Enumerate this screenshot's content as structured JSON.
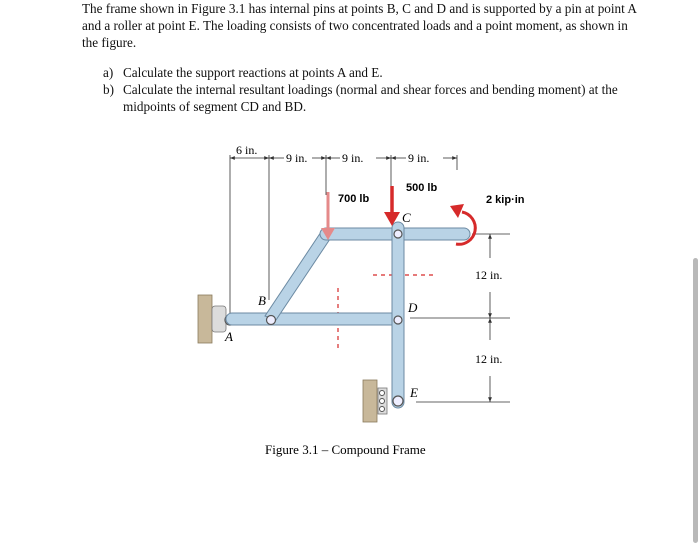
{
  "problem": {
    "intro": "The frame shown in Figure 3.1 has internal pins at points B, C and D and is supported by a pin at point A and a roller at point E. The loading consists of two concentrated loads and a point moment, as shown in the figure.",
    "tasks": [
      {
        "label": "a)",
        "text": "Calculate the support reactions at points A and E."
      },
      {
        "label": "b)",
        "text": "Calculate the internal resultant loadings (normal and shear forces and bending moment) at the midpoints of segment CD and BD."
      }
    ]
  },
  "figure": {
    "caption": "Figure 3.1 – Compound Frame",
    "dims": {
      "d1": "6 in.",
      "d2": "9 in.",
      "d3": "9 in.",
      "d4": "9 in.",
      "v1": "12 in.",
      "v2": "12 in."
    },
    "loads": {
      "load1": "700 lb",
      "load2": "500 lb",
      "moment": "2 kip·in"
    },
    "points": {
      "A": "A",
      "B": "B",
      "C": "C",
      "D": "D",
      "E": "E"
    },
    "colors": {
      "member": "#b9d3e6",
      "member_edge": "#6c8aa3",
      "load_red": "#d62a2a",
      "load_pink": "#e58a8a",
      "support": "#c8b89a"
    }
  }
}
